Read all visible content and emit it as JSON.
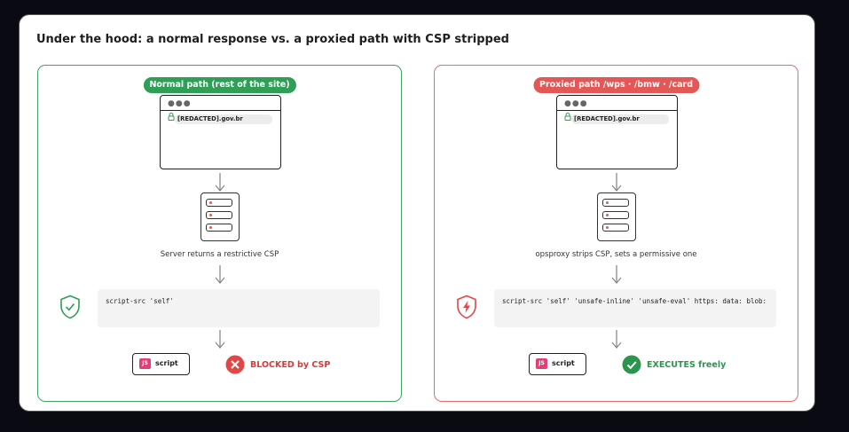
{
  "title": "Under the hood: a normal response vs. a proxied path with CSP stripped",
  "colors": {
    "green": "#2f9e57",
    "red": "#e45757",
    "frame": "#555555"
  },
  "panels": {
    "normal": {
      "label": "Normal path (rest of the site)",
      "url": "[REDACTED].gov.br",
      "server_caption": "Server returns a restrictive CSP",
      "csp": "script-src 'self'",
      "shield_icon": "shield-check-icon",
      "script_badge": "JS",
      "script_label": "script",
      "result": "BLOCKED by CSP",
      "result_icon": "x-circle-icon"
    },
    "proxied": {
      "label": "Proxied path /wps · /bmw · /card",
      "url": "[REDACTED].gov.br",
      "server_caption": "opsproxy strips CSP, sets a permissive one",
      "csp": "script-src 'self' 'unsafe-inline' 'unsafe-eval' https: data: blob:",
      "shield_icon": "shield-bolt-icon",
      "script_badge": "JS",
      "script_label": "script",
      "result": "EXECUTES freely",
      "result_icon": "check-circle-icon"
    }
  }
}
